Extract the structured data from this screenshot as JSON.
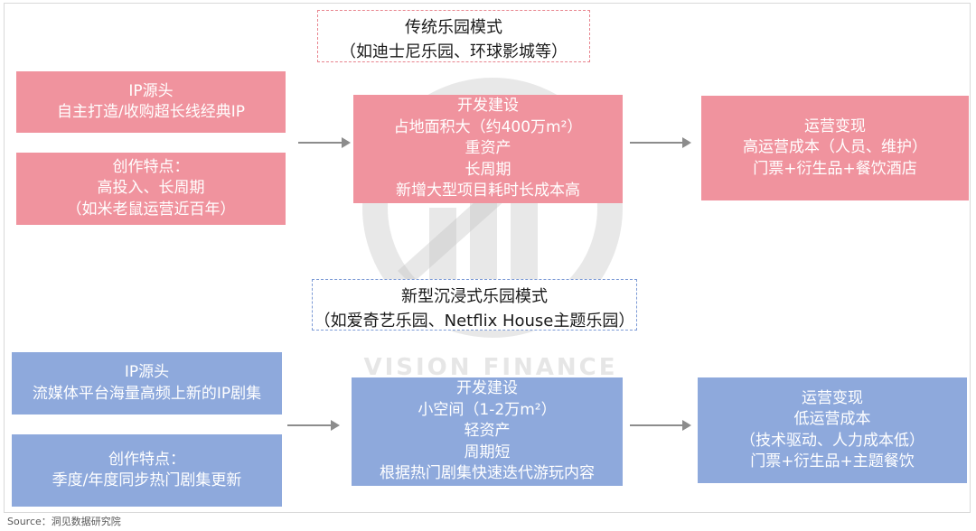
{
  "top": {
    "title": {
      "line1": "传统乐园模式",
      "line2": "（如迪士尼乐园、环球影城等）"
    },
    "ip_source": {
      "lines": [
        "IP源头",
        "自主打造/收购超长线经典IP"
      ]
    },
    "creation": {
      "lines": [
        "创作特点：",
        "高投入、长周期",
        "（如米老鼠运营近百年）"
      ]
    },
    "development": {
      "lines": [
        "开发建设",
        "占地面积大（约400万m²）",
        "重资产",
        "长周期",
        "新增大型项目耗时长成本高"
      ]
    },
    "operation": {
      "lines": [
        "运营变现",
        "高运营成本（人员、维护）",
        "门票+衍生品+餐饮酒店"
      ]
    }
  },
  "bottom": {
    "title": {
      "line1": "新型沉浸式乐园模式",
      "line2": "（如爱奇艺乐园、Netflix House主题乐园）"
    },
    "ip_source": {
      "lines": [
        "IP源头",
        "流媒体平台海量高频上新的IP剧集"
      ]
    },
    "creation": {
      "lines": [
        "创作特点：",
        "季度/年度同步热门剧集更新"
      ]
    },
    "development": {
      "lines": [
        "开发建设",
        "小空间（1-2万m²）",
        "轻资产",
        "周期短",
        "根据热门剧集快速迭代游玩内容"
      ]
    },
    "operation": {
      "lines": [
        "运营变现",
        "低运营成本",
        "（技术驱动、人力成本低）",
        "门票+衍生品+主题餐饮"
      ]
    }
  },
  "watermark": {
    "text": "VISION FINANCE"
  },
  "source": "Source：洞见数据研究院",
  "colors": {
    "pink": "#f0939e",
    "blue": "#8ea9dc",
    "arrow": "#8c8c8c"
  }
}
